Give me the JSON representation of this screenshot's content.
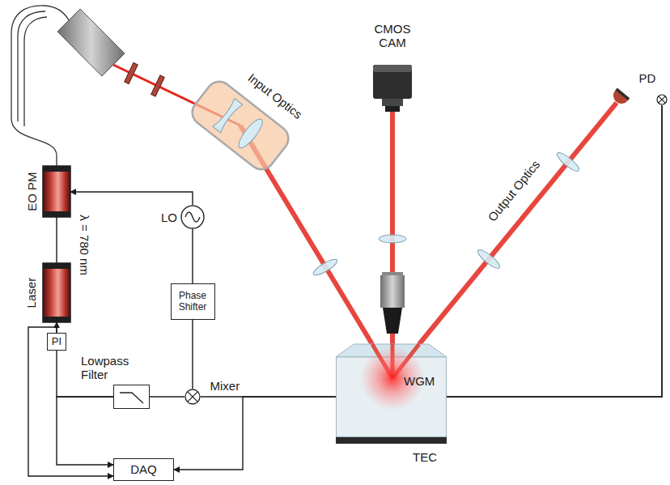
{
  "diagram": {
    "nodes": [
      {
        "text": [
          "Input Optics"
        ]
      },
      {
        "text": [
          "CMOS CAM"
        ]
      },
      {
        "text": [
          "PD"
        ]
      },
      {
        "text": [
          "EO PM"
        ]
      },
      {
        "text": [
          "Laser"
        ]
      },
      {
        "text": [
          "LO"
        ]
      },
      {
        "text": [
          "Phase Shifter"
        ]
      },
      {
        "text": [
          "WGM"
        ]
      },
      {
        "text": [
          "TEC"
        ]
      },
      {
        "text": [
          "PI"
        ]
      },
      {
        "text": [
          "Lowpass Filter"
        ]
      },
      {
        "text": [
          "Mixer"
        ]
      },
      {
        "text": [
          "DAQ"
        ]
      }
    ],
    "edges": [
      {
        "from": 0,
        "to": 7,
        "arrow": "none"
      },
      {
        "from": 7,
        "to": 1,
        "arrow": "none"
      },
      {
        "from": 7,
        "to": 2,
        "arrow": "none"
      },
      {
        "from": 4,
        "to": 3,
        "arrow": "none"
      },
      {
        "from": 5,
        "to": 3,
        "arrow": "to"
      },
      {
        "from": 5,
        "to": 6,
        "arrow": "none"
      },
      {
        "from": 6,
        "to": 11,
        "arrow": "none"
      },
      {
        "from": 2,
        "to": 11,
        "arrow": "none"
      },
      {
        "from": 2,
        "to": 12,
        "arrow": "to"
      },
      {
        "from": 11,
        "to": 10,
        "arrow": "none"
      },
      {
        "from": 10,
        "to": 9,
        "arrow": "none"
      },
      {
        "from": 10,
        "to": 12,
        "arrow": "to"
      },
      {
        "from": 9,
        "to": 4,
        "arrow": "to"
      },
      {
        "from": 9,
        "to": 12,
        "arrow": "to"
      }
    ],
    "labels": [
      "Output Optics",
      "λ = 780 nm"
    ]
  }
}
